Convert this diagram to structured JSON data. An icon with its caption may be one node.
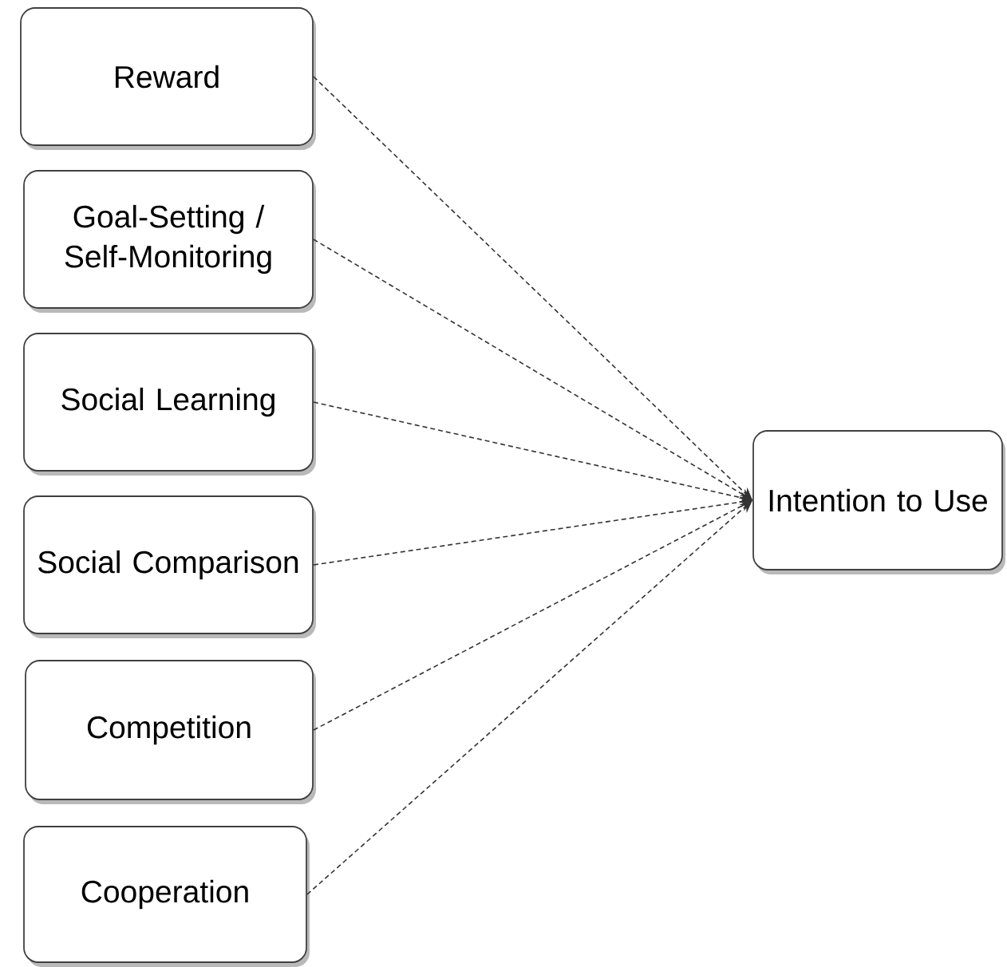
{
  "diagram": {
    "nodes": [
      {
        "text": [
          "Reward"
        ]
      },
      {
        "text": [
          "Goal-Setting / Self-Monitoring"
        ]
      },
      {
        "text": [
          "Social Learning"
        ]
      },
      {
        "text": [
          "Social Comparison"
        ]
      },
      {
        "text": [
          "Competition"
        ]
      },
      {
        "text": [
          "Cooperation"
        ]
      },
      {
        "text": [
          "Intention to Use"
        ]
      }
    ],
    "edges": [
      {
        "from": 0,
        "to": 6,
        "arrow": "to",
        "style": "dashed"
      },
      {
        "from": 1,
        "to": 6,
        "arrow": "to",
        "style": "dashed"
      },
      {
        "from": 2,
        "to": 6,
        "arrow": "to",
        "style": "dashed"
      },
      {
        "from": 3,
        "to": 6,
        "arrow": "to",
        "style": "dashed"
      },
      {
        "from": 4,
        "to": 6,
        "arrow": "to",
        "style": "dashed"
      },
      {
        "from": 5,
        "to": 6,
        "arrow": "to",
        "style": "dashed"
      }
    ]
  }
}
